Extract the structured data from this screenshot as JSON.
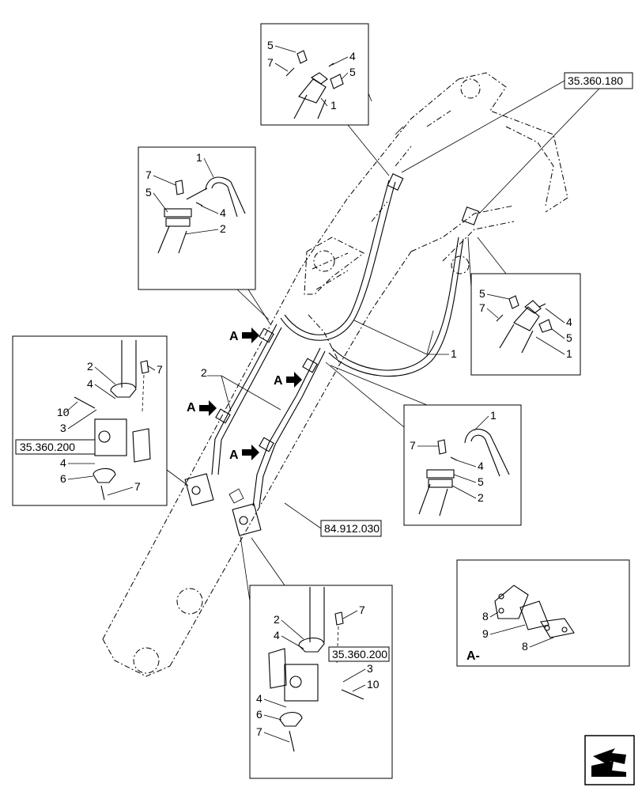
{
  "refs": {
    "boom_ref": "35.360.180",
    "valve_ref_left": "35.360.200",
    "valve_ref_lower": "35.360.200",
    "arm_ref": "84.912.030"
  },
  "view_marker": "A",
  "detail_label": "A-",
  "callouts": {
    "top": [
      "5",
      "7",
      "4",
      "5",
      "1"
    ],
    "upper_left": [
      "1",
      "7",
      "5",
      "4",
      "2"
    ],
    "right": [
      "5",
      "7",
      "4",
      "5",
      "1"
    ],
    "right_lower": [
      "1",
      "7",
      "4",
      "5",
      "2"
    ],
    "left": [
      "2",
      "7",
      "4",
      "10",
      "3",
      "4",
      "6",
      "7"
    ],
    "bottom": [
      "2",
      "7",
      "4",
      "3",
      "10",
      "4",
      "6",
      "7"
    ],
    "detail": [
      "8",
      "9",
      "8"
    ],
    "main": [
      "2",
      "1"
    ]
  },
  "icons": {
    "nav": "previous-page-arrow-icon"
  }
}
